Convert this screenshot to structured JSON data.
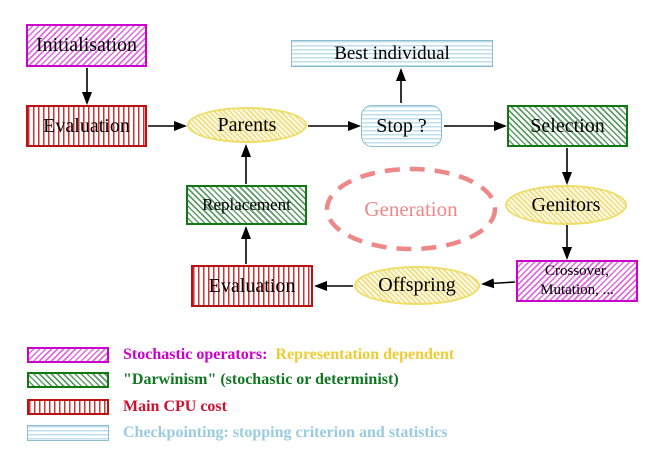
{
  "diagram": {
    "nodes": {
      "initialisation": {
        "label": "Initialisation",
        "style": "magenta-diagonal-hatch"
      },
      "evaluation_top": {
        "label": "Evaluation",
        "style": "red-vertical-stripes"
      },
      "parents": {
        "label": "Parents",
        "style": "yellow-hatch-ellipse"
      },
      "best_individual": {
        "label": "Best individual",
        "style": "cyan-horizontal-stripes"
      },
      "stop": {
        "label": "Stop ?",
        "style": "cyan-horizontal-stripes-rounded"
      },
      "selection": {
        "label": "Selection",
        "style": "green-diagonal-hatch"
      },
      "genitors": {
        "label": "Genitors",
        "style": "yellow-hatch-ellipse"
      },
      "crossover_mutation": {
        "label_line1": "Crossover,",
        "label_line2": "Mutation, ...",
        "style": "magenta-diagonal-hatch"
      },
      "offspring": {
        "label": "Offspring",
        "style": "yellow-hatch-ellipse"
      },
      "evaluation_bottom": {
        "label": "Evaluation",
        "style": "red-vertical-stripes"
      },
      "replacement": {
        "label": "Replacement",
        "style": "green-diagonal-hatch"
      },
      "generation": {
        "label": "Generation",
        "style": "dashed-coral-ellipse"
      }
    },
    "edges": [
      "initialisation->evaluation_top",
      "evaluation_top->parents",
      "parents->stop",
      "stop->best_individual",
      "stop->selection",
      "selection->genitors",
      "genitors->crossover_mutation",
      "crossover_mutation->offspring",
      "offspring->evaluation_bottom",
      "evaluation_bottom->replacement",
      "replacement->parents"
    ],
    "colors": {
      "magenta": "#cc00cc",
      "green": "#117711",
      "red": "#bb1111",
      "yellow": "#eedd66",
      "cyan": "#8cbcce",
      "coral": "#ee8888",
      "arrow": "#000000"
    }
  },
  "legend": {
    "items": [
      {
        "swatch": "magenta-diagonal-hatch",
        "text_primary": "Stochastic operators:",
        "text_secondary": "Representation dependent",
        "color_primary": "#cc00cc",
        "color_secondary": "#eecc33"
      },
      {
        "swatch": "green-diagonal-hatch",
        "text_primary": "\"Darwinism\" (stochastic or determinist)",
        "color_primary": "#117722"
      },
      {
        "swatch": "red-vertical-stripes",
        "text_primary": "Main CPU cost",
        "color_primary": "#cc1133"
      },
      {
        "swatch": "cyan-horizontal-stripes",
        "text_primary": "Checkpointing: stopping criterion and statistics",
        "color_primary": "#99ccdd"
      }
    ]
  }
}
